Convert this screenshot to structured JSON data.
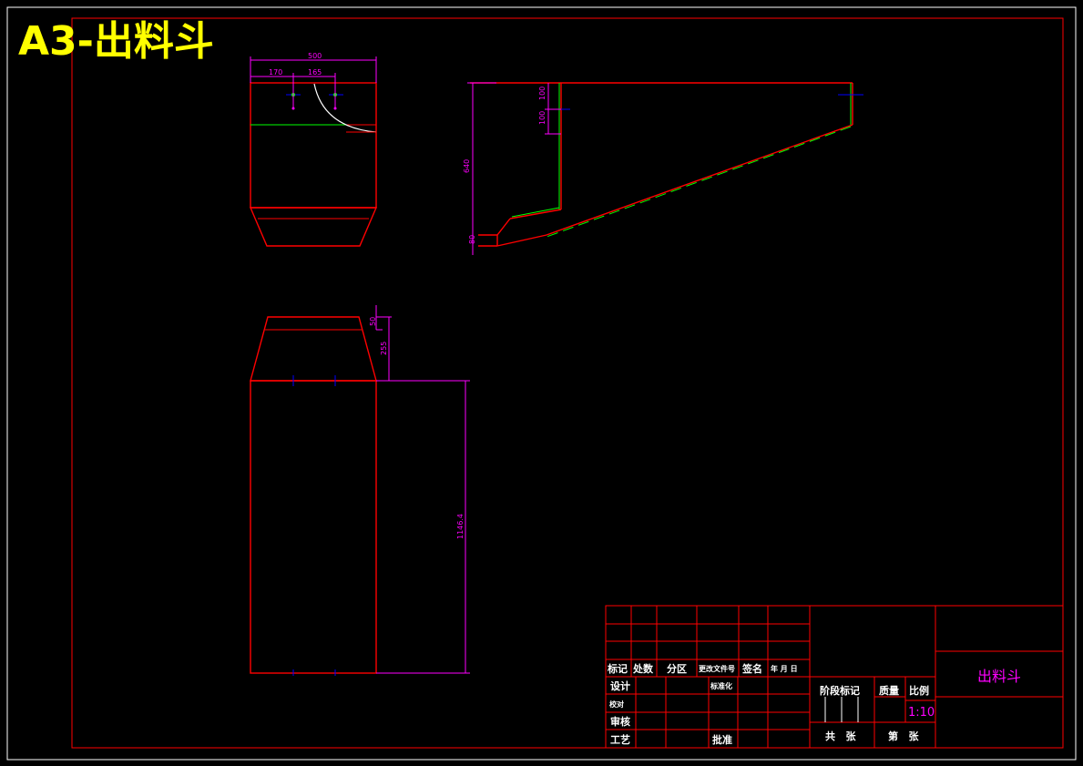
{
  "sheet": {
    "title": "A3-出料斗"
  },
  "dims": {
    "top_width": "500",
    "top_left": "170",
    "top_mid": "165",
    "side_h1": "100",
    "side_h2": "100",
    "side_total": "640",
    "side_small": "80",
    "front_50": "50",
    "front_255": "255",
    "front_height": "1146.4"
  },
  "title_block": {
    "part_name": "出料斗",
    "scale": "1:10",
    "rev_headers": {
      "mark": "标记",
      "count": "处数",
      "zone": "分区",
      "doc": "更改文件号",
      "sign": "签名",
      "date": "年 月 日"
    },
    "roles": {
      "design": "设计",
      "standard": "标准化",
      "proofread": "校对",
      "review": "审核",
      "process": "工艺",
      "approve": "批准"
    },
    "stage_label": "阶段标记",
    "weight_label": "质量",
    "ratio_label": "比例",
    "total_sheets": "共   张",
    "sheet_no": "第   张"
  }
}
